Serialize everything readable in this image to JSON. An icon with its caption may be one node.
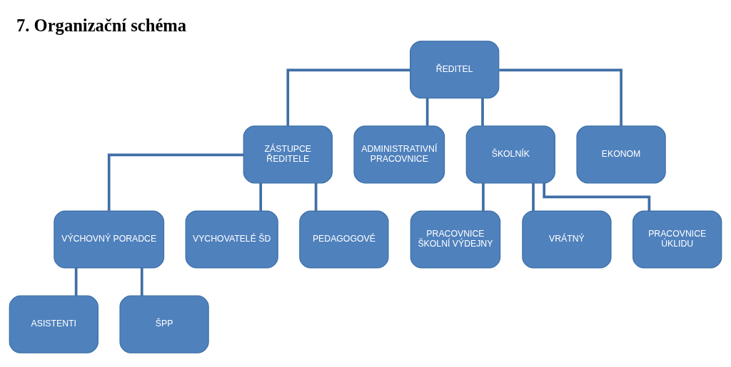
{
  "diagram": {
    "title": "7. Organizační schéma",
    "nodes": [
      {
        "text": [
          "ŘEDITEL"
        ]
      },
      {
        "text": [
          "ZÁSTUPCE ŘEDITELE"
        ]
      },
      {
        "text": [
          "ADMINISTRATIVNÍ PRACOVNICE"
        ]
      },
      {
        "text": [
          "ŠKOLNÍK"
        ]
      },
      {
        "text": [
          "EKONOM"
        ]
      },
      {
        "text": [
          "VÝCHOVNÝ PORADCE"
        ]
      },
      {
        "text": [
          "VYCHOVATELÉ ŠD"
        ]
      },
      {
        "text": [
          "PEDAGOGOVÉ"
        ]
      },
      {
        "text": [
          "PRACOVNICE ŠKOLNÍ VÝDEJNY"
        ]
      },
      {
        "text": [
          "VRÁTNÝ"
        ]
      },
      {
        "text": [
          "PRACOVNICE ÚKLIDU"
        ]
      },
      {
        "text": [
          "ASISTENTI"
        ]
      },
      {
        "text": [
          "ŠPP"
        ]
      }
    ],
    "edges": [
      {
        "from": 0,
        "to": 1,
        "arrow": "none"
      },
      {
        "from": 0,
        "to": 2,
        "arrow": "none"
      },
      {
        "from": 0,
        "to": 3,
        "arrow": "none"
      },
      {
        "from": 0,
        "to": 4,
        "arrow": "none"
      },
      {
        "from": 1,
        "to": 5,
        "arrow": "none"
      },
      {
        "from": 1,
        "to": 6,
        "arrow": "none"
      },
      {
        "from": 1,
        "to": 7,
        "arrow": "none"
      },
      {
        "from": 3,
        "to": 8,
        "arrow": "none"
      },
      {
        "from": 3,
        "to": 9,
        "arrow": "none"
      },
      {
        "from": 3,
        "to": 10,
        "arrow": "none"
      },
      {
        "from": 5,
        "to": 11,
        "arrow": "none"
      },
      {
        "from": 5,
        "to": 12,
        "arrow": "none"
      }
    ]
  }
}
